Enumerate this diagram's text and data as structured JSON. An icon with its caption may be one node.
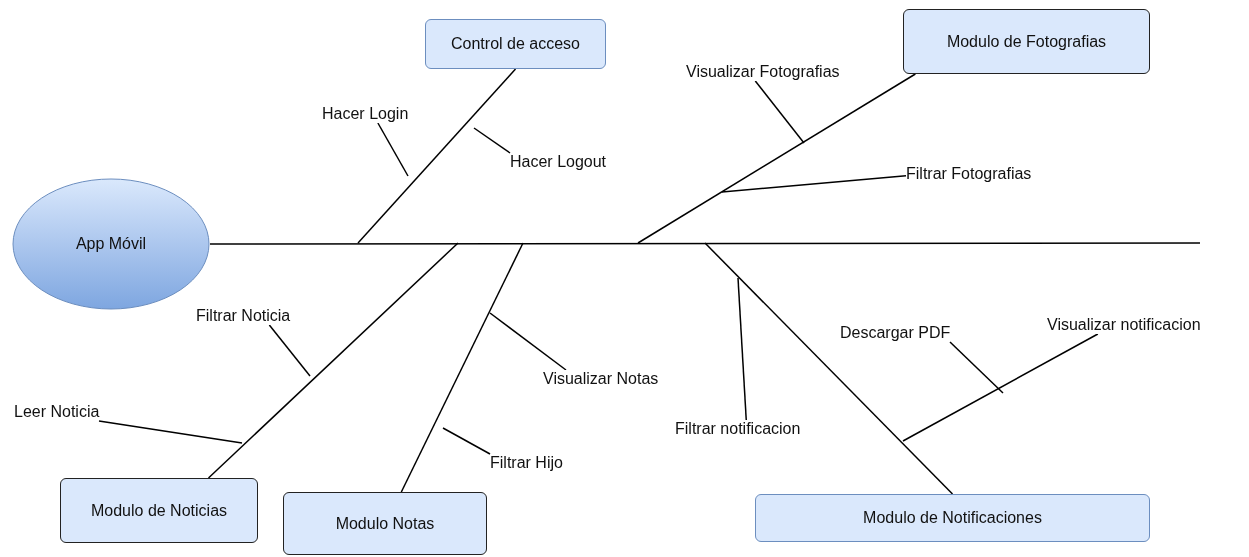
{
  "diagram": {
    "nodes": [
      {
        "text": [
          "App Móvil"
        ]
      },
      {
        "text": [
          "Control de acceso"
        ]
      },
      {
        "text": [
          "Modulo de Fotografias"
        ]
      },
      {
        "text": [
          "Modulo de Noticias"
        ]
      },
      {
        "text": [
          "Modulo Notas"
        ]
      },
      {
        "text": [
          "Modulo de Notificaciones"
        ]
      },
      {
        "text": [
          "Hacer Login"
        ]
      },
      {
        "text": [
          "Hacer Logout"
        ]
      },
      {
        "text": [
          "Visualizar Fotografias"
        ]
      },
      {
        "text": [
          "Filtrar Fotografias"
        ]
      },
      {
        "text": [
          "Filtrar Noticia"
        ]
      },
      {
        "text": [
          "Leer Noticia"
        ]
      },
      {
        "text": [
          "Visualizar Notas"
        ]
      },
      {
        "text": [
          "Filtrar Hijo"
        ]
      },
      {
        "text": [
          "Filtrar notificacion"
        ]
      },
      {
        "text": [
          "Descargar PDF"
        ]
      },
      {
        "text": [
          "Visualizar notificacion"
        ]
      }
    ],
    "edges": [
      {
        "from": 0,
        "to": null,
        "arrow": "none"
      },
      {
        "from": 1,
        "to": null,
        "arrow": "none"
      },
      {
        "from": 2,
        "to": null,
        "arrow": "none"
      },
      {
        "from": 3,
        "to": null,
        "arrow": "none"
      },
      {
        "from": 4,
        "to": null,
        "arrow": "none"
      },
      {
        "from": 5,
        "to": null,
        "arrow": "none"
      },
      {
        "from": 6,
        "to": null,
        "arrow": "none"
      },
      {
        "from": 7,
        "to": null,
        "arrow": "none"
      },
      {
        "from": 8,
        "to": null,
        "arrow": "none"
      },
      {
        "from": 9,
        "to": null,
        "arrow": "none"
      },
      {
        "from": 10,
        "to": null,
        "arrow": "none"
      },
      {
        "from": 11,
        "to": null,
        "arrow": "none"
      },
      {
        "from": 12,
        "to": null,
        "arrow": "none"
      },
      {
        "from": 13,
        "to": null,
        "arrow": "none"
      },
      {
        "from": 14,
        "to": null,
        "arrow": "none"
      },
      {
        "from": 15,
        "to": null,
        "arrow": "none"
      },
      {
        "from": 16,
        "to": null,
        "arrow": "none"
      }
    ]
  }
}
